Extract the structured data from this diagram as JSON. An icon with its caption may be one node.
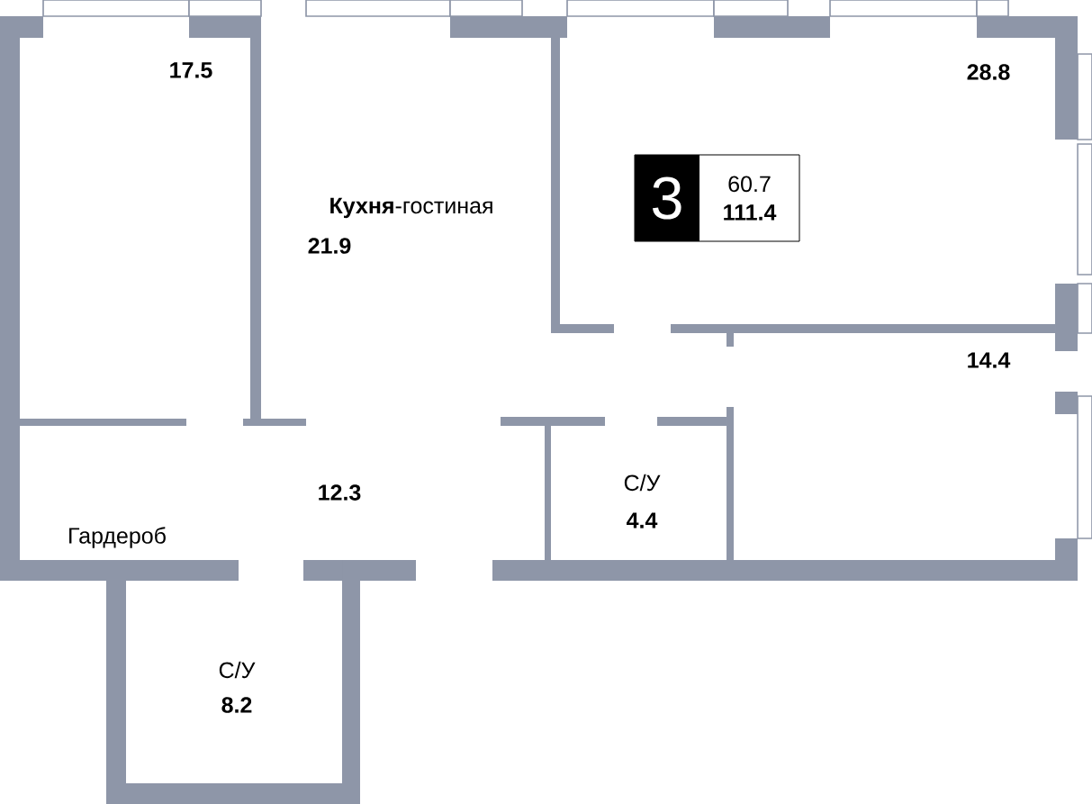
{
  "diagram": {
    "nodes": [
      {
        "text": [
          "3",
          "60.7",
          "111.4"
        ]
      }
    ],
    "labels": [
      "17.5",
      "28.8",
      "**Кухня**-гостиная",
      "21.9",
      "14.4",
      "12.3",
      "С/У",
      "4.4",
      "Гардероб",
      "С/У",
      "8.2"
    ]
  }
}
